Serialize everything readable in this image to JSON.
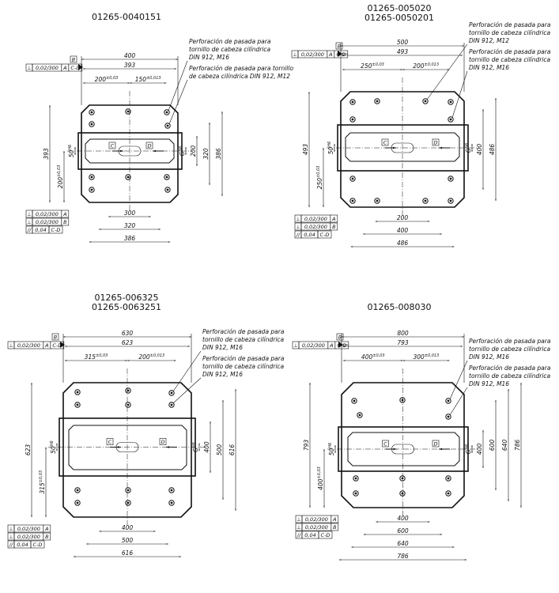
{
  "views": [
    {
      "ids": [
        "01265-0040151"
      ],
      "notes": [
        [
          "Perforación de pasada para",
          "tornillo de cabeza cilíndrica",
          "DIN 912, M16"
        ],
        [
          "Perforación de pasada para tornillo",
          "de cabeza cilíndrica DIN 912, M12"
        ]
      ],
      "dims": {
        "w_top": "400",
        "w_inner": "393",
        "left_off": "200",
        "left_tol": "±0,03",
        "right_off": "150",
        "right_tol": "±0,013",
        "h_outer": "393",
        "h_lower": "200",
        "h_lower_tol": "±0,03",
        "slot": "50",
        "slot_tol": "H6",
        "r_slot": "G",
        "r_slot_tol": "H6",
        "r1": "200",
        "r2": "320",
        "r3": "386",
        "b1": "300",
        "b2": "320",
        "b3": "386"
      },
      "datums": {
        "top": "B",
        "c": "C",
        "d": "D"
      },
      "tol_top": [
        "⊥",
        "0,02/300",
        "A",
        "C-D"
      ],
      "tol_list": [
        [
          "⊥",
          "0,02/300",
          "A"
        ],
        [
          "⊥",
          "0,02/300",
          "B"
        ],
        [
          "//",
          "0,04",
          "C-D"
        ]
      ]
    },
    {
      "ids": [
        "01265-005020",
        "01265-0050201"
      ],
      "notes": [
        [
          "Perforación de pasada para",
          "tornillo de cabeza cilíndrica",
          "DIN 912, M12"
        ],
        [
          "Perforación de pasada para",
          "tornillo de cabeza cilíndrica",
          "DIN 912, M16"
        ]
      ],
      "dims": {
        "w_top": "500",
        "w_inner": "493",
        "left_off": "250",
        "left_tol": "±0,03",
        "right_off": "200",
        "right_tol": "±0,013",
        "h_outer": "493",
        "h_lower": "250",
        "h_lower_tol": "±0,03",
        "slot": "50",
        "slot_tol": "H6",
        "r_slot": "G",
        "r_slot_tol": "H6",
        "r1": "400",
        "r2": "486",
        "b1": "200",
        "b2": "400",
        "b3": "486"
      },
      "datums": {
        "top": "B",
        "c": "C",
        "d": "D"
      },
      "tol_top": [
        "⊥",
        "0,02/300",
        "A",
        "C-D"
      ],
      "tol_list": [
        [
          "⊥",
          "0,02/300",
          "A"
        ],
        [
          "⊥",
          "0,02/300",
          "B"
        ],
        [
          "//",
          "0,04",
          "C-D"
        ]
      ]
    },
    {
      "ids": [
        "01265-006325",
        "01265-0063251"
      ],
      "notes": [
        [
          "Perforación de pasada para",
          "tornillo de cabeza cilíndrica",
          "DIN 912, M16"
        ],
        [
          "Perforación de pasada para",
          "tornillo de cabeza cilíndrica",
          "DIN 912, M16"
        ]
      ],
      "dims": {
        "w_top": "630",
        "w_inner": "623",
        "left_off": "315",
        "left_tol": "±0,03",
        "right_off": "200",
        "right_tol": "±0,013",
        "h_outer": "623",
        "h_lower": "315",
        "h_lower_tol": "±0,03",
        "slot": "50",
        "slot_tol": "H6",
        "r_slot": "G",
        "r_slot_tol": "H6",
        "r1": "400",
        "r2": "500",
        "r3": "616",
        "b1": "400",
        "b2": "500",
        "b3": "616"
      },
      "datums": {
        "top": "B",
        "c": "C",
        "d": "D"
      },
      "tol_top": [
        "⊥",
        "0,02/300",
        "A",
        "C-D"
      ],
      "tol_list": [
        [
          "⊥",
          "0,02/300",
          "A"
        ],
        [
          "⊥",
          "0,02/300",
          "B"
        ],
        [
          "//",
          "0,04",
          "C-D"
        ]
      ]
    },
    {
      "ids": [
        "01265-008030"
      ],
      "notes": [
        [
          "Perforación de pasada para",
          "tornillo de cabeza cilíndrica",
          "DIN 912, M16"
        ],
        [
          "Perforación de pasada para",
          "tornillo de cabeza cilíndrica",
          "DIN 912, M16"
        ]
      ],
      "dims": {
        "w_top": "800",
        "w_inner": "793",
        "left_off": "400",
        "left_tol": "±0,03",
        "right_off": "300",
        "right_tol": "±0,013",
        "h_outer": "793",
        "h_lower": "400",
        "h_lower_tol": "±0,03",
        "slot": "50",
        "slot_tol": "H6",
        "r_slot": "G",
        "r_slot_tol": "H6",
        "r1": "400",
        "r2": "600",
        "r3": "640",
        "r4": "786",
        "b1": "400",
        "b2": "600",
        "b3": "640",
        "b4": "786"
      },
      "datums": {
        "top": "B",
        "c": "C",
        "d": "D"
      },
      "tol_top": [
        "⊥",
        "0,02/300",
        "A",
        "C-D"
      ],
      "tol_list": [
        [
          "⊥",
          "0,02/300",
          "A"
        ],
        [
          "⊥",
          "0,02/300",
          "B"
        ],
        [
          "//",
          "0,04",
          "C-D"
        ]
      ]
    }
  ]
}
